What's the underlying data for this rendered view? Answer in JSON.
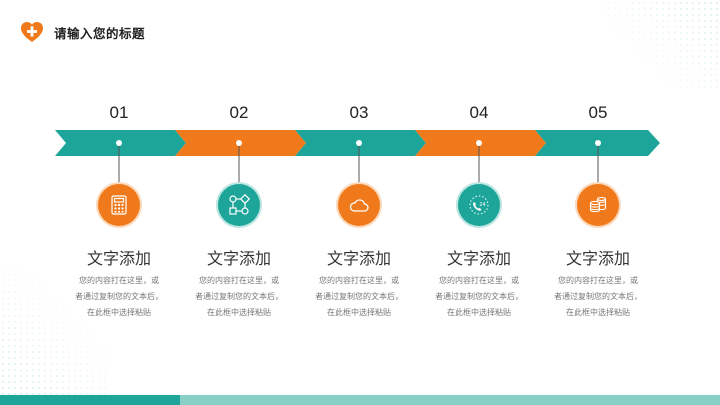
{
  "header": {
    "title": "请输入您的标题",
    "logo_icon": "heart-plus-icon",
    "accent": "#f07a1b"
  },
  "colors": {
    "orange": "#f07a1b",
    "teal": "#1ea59a",
    "teal_light": "#87cfc7"
  },
  "steps": [
    {
      "number": "01",
      "color": "teal",
      "icon": "calculator-icon",
      "heading": "文字添加",
      "desc": [
        "您的内容打在这里，或",
        "者通过复制您的文本后，",
        "在此框中选择粘贴"
      ]
    },
    {
      "number": "02",
      "color": "orange",
      "icon": "flowchart-icon",
      "heading": "文字添加",
      "desc": [
        "您的内容打在这里，或",
        "者通过复制您的文本后，",
        "在此框中选择粘贴"
      ]
    },
    {
      "number": "03",
      "color": "teal",
      "icon": "cloud-icon",
      "heading": "文字添加",
      "desc": [
        "您的内容打在这里，或",
        "者通过复制您的文本后，",
        "在此框中选择粘贴"
      ]
    },
    {
      "number": "04",
      "color": "orange",
      "icon": "phone-24h-icon",
      "heading": "文字添加",
      "desc": [
        "您的内容打在这里，或",
        "者通过复制您的文本后，",
        "在此框中选择粘贴"
      ]
    },
    {
      "number": "05",
      "color": "teal",
      "icon": "coins-icon",
      "heading": "文字添加",
      "desc": [
        "您的内容打在这里，或",
        "者通过复制您的文本后，",
        "在此框中选择粘贴"
      ]
    }
  ],
  "icon_text": {
    "phone_24": "24"
  }
}
